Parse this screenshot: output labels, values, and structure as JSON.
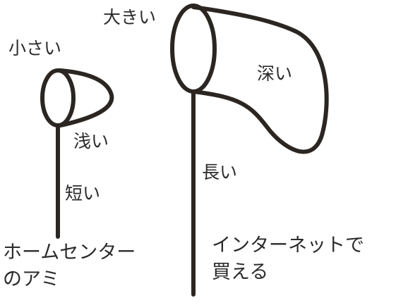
{
  "small_net": {
    "size_label": "小さい",
    "depth_label": "浅い",
    "handle_label": "短い",
    "caption_lines": [
      "ホームセンター",
      "のアミ"
    ]
  },
  "large_net": {
    "size_label": "大きい",
    "depth_label": "深い",
    "handle_label": "長い",
    "caption_lines": [
      "インターネットで",
      "買える"
    ]
  },
  "colors": {
    "line": "#2b2621",
    "text": "#2b2b2b",
    "background": "#ffffff"
  }
}
